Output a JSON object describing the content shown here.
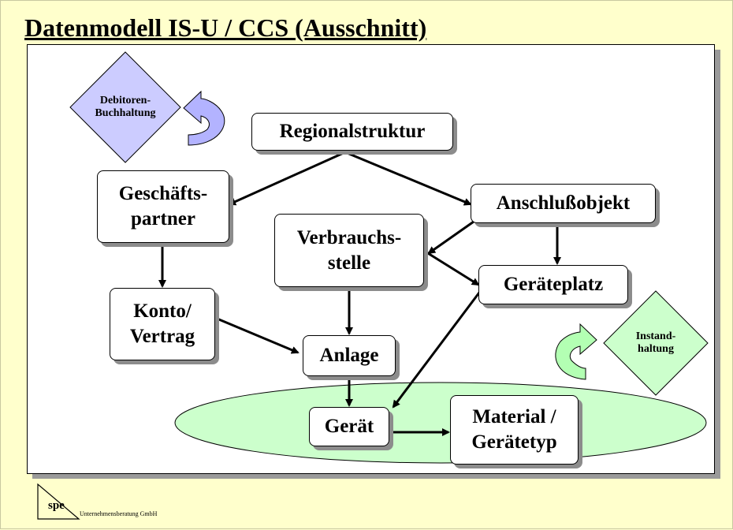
{
  "title": "Datenmodell IS-U / CCS (Ausschnitt)",
  "nodes": {
    "regionalstruktur": "Regionalstruktur",
    "geschaeftspartner": "Geschäfts-\npartner",
    "anschlussobjekt": "Anschlußobjekt",
    "verbrauchsstelle": "Verbrauchs-\nstelle",
    "geraeteplatz": "Geräteplatz",
    "konto_vertrag": "Konto/\nVertrag",
    "anlage": "Anlage",
    "geraet": "Gerät",
    "material_geraetetyp": "Material /\nGerätetyp"
  },
  "diamonds": {
    "debitoren": "Debitoren-\nBuchhaltung",
    "instandhaltung": "Instand-\nhaltung"
  },
  "logo": {
    "text": "spe",
    "company": "Unternehmensberatung GmbH"
  },
  "colors": {
    "background": "#ffffcc",
    "ellipse_fill": "#ccffcc",
    "debitoren_fill": "#ccccff",
    "instandhaltung_fill": "#ccffcc",
    "curved_arrow_debitoren": "#b3b3ff",
    "curved_arrow_instandhaltung": "#b3ffb3"
  }
}
